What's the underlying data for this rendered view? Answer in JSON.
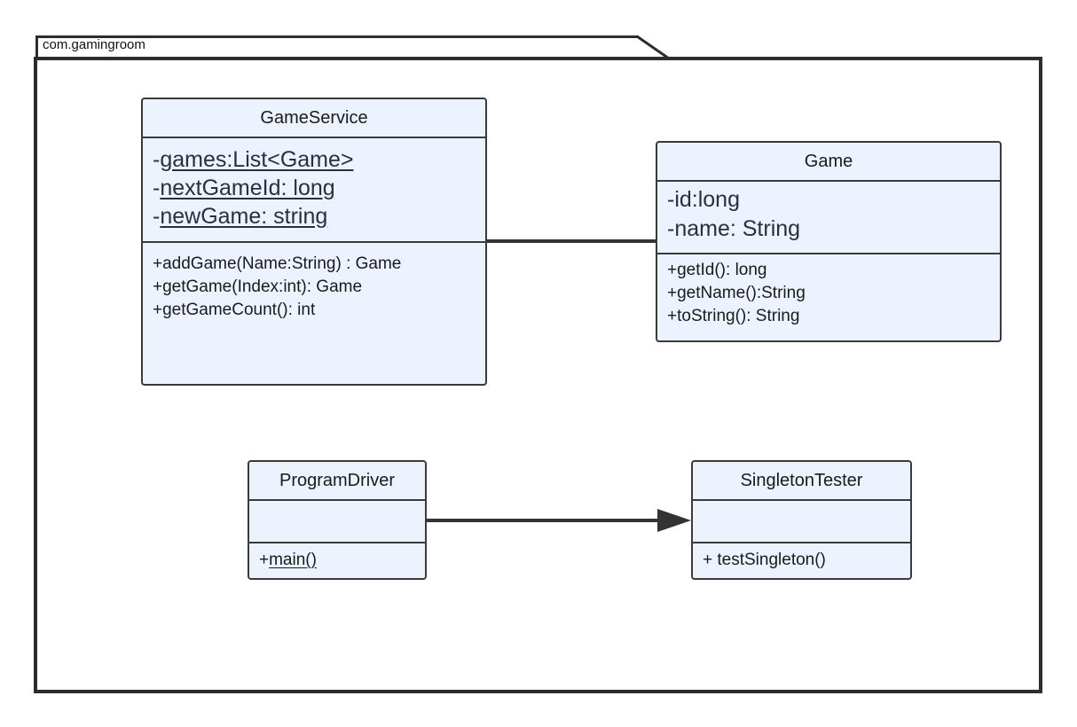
{
  "package": {
    "name": "com.gamingroom"
  },
  "classes": {
    "game_service": {
      "name": "GameService",
      "attributes": [
        {
          "visibility": "-",
          "text": "games:List<Game>"
        },
        {
          "visibility": "-",
          "text": "nextGameId: long"
        },
        {
          "visibility": "-",
          "text": "newGame: string"
        }
      ],
      "operations": [
        "+addGame(Name:String) : Game",
        "+getGame(Index:int): Game",
        "+getGameCount(): int"
      ]
    },
    "game": {
      "name": "Game",
      "attributes": [
        "-id:long",
        "-name: String"
      ],
      "operations": [
        "+getId(): long",
        "+getName():String",
        "+toString(): String"
      ]
    },
    "program_driver": {
      "name": "ProgramDriver",
      "operation_visibility": "+",
      "operation_name": "main()"
    },
    "singleton_tester": {
      "name": "SingletonTester",
      "operations": [
        "+ testSingleton()"
      ]
    }
  },
  "colors": {
    "class_fill": "#edf3fe",
    "stroke": "#2d2d2d"
  }
}
